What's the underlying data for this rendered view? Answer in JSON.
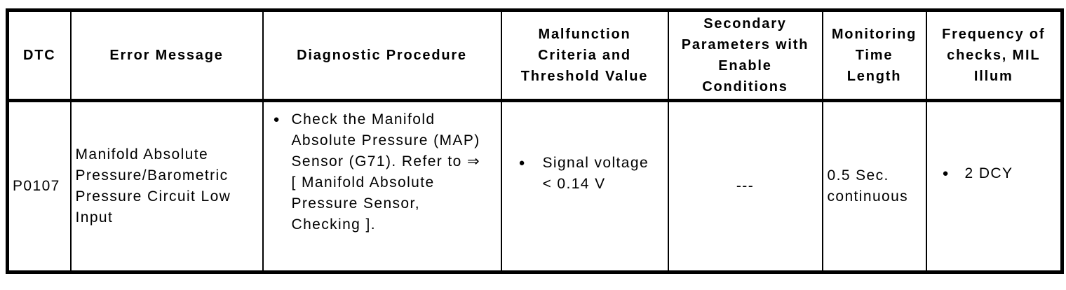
{
  "glyphs": {
    "bullet": "●"
  },
  "colors": {
    "border": "#000000",
    "text": "#000000",
    "background": "#ffffff"
  },
  "table": {
    "headers": [
      "DTC",
      "Error Message",
      "Diagnostic Procedure",
      "Malfunction\nCriteria and\nThreshold Value",
      "Secondary\nParameters with\nEnable\nConditions",
      "Monitoring\nTime\nLength",
      "Frequency of\nchecks, MIL\nIllum"
    ],
    "row": {
      "dtc": "P0107",
      "error_message": "Manifold Absolute\nPressure/Barometric\nPressure Circuit Low\nInput",
      "diagnostic_procedure": "Check the Manifold\nAbsolute Pressure (MAP)\nSensor (G71). Refer to ⇒\n[ Manifold Absolute\nPressure Sensor,\nChecking ].",
      "malfunction_criteria": "Signal voltage\n< 0.14 V",
      "secondary_parameters": "---",
      "monitoring_time": "0.5 Sec.\ncontinuous",
      "frequency_of_checks": "2 DCY"
    }
  }
}
